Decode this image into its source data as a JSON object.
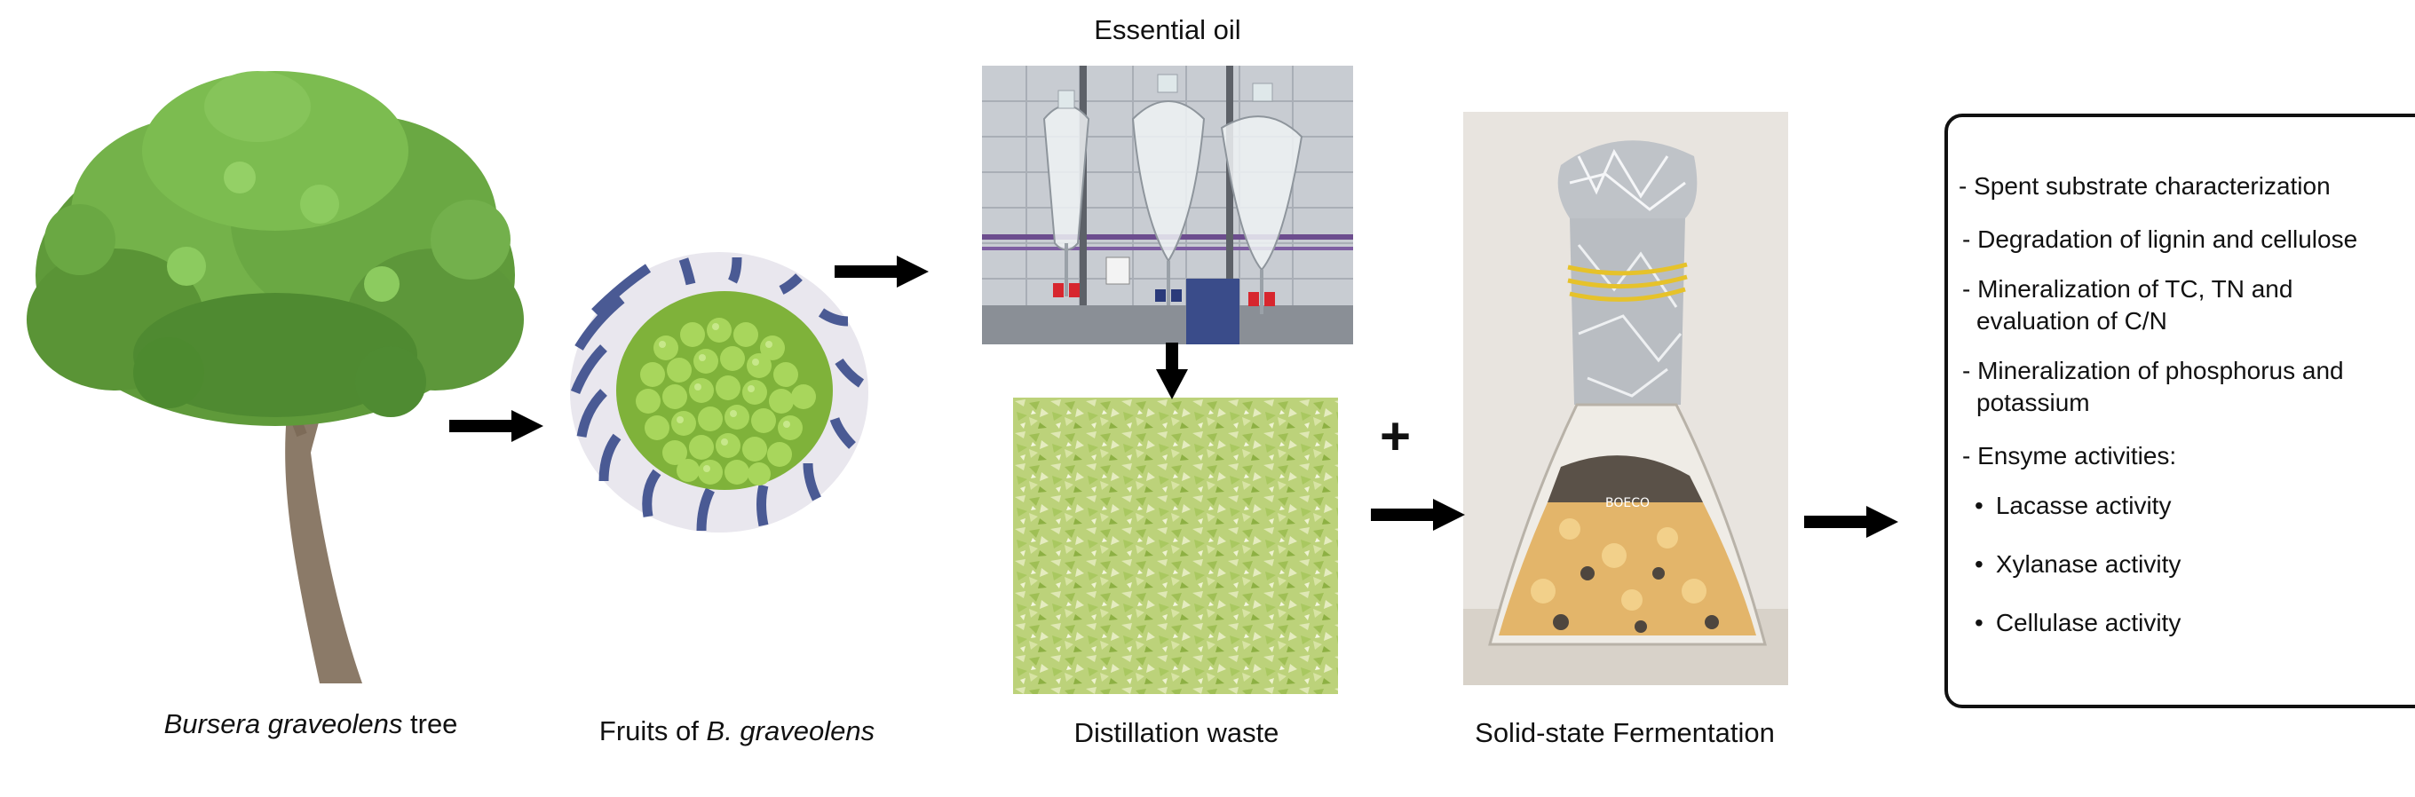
{
  "captions": {
    "tree_italic": "Bursera graveolens",
    "tree_plain": " tree",
    "fruits_plain": "Fruits of ",
    "fruits_italic": "B. graveolens",
    "essential_oil": "Essential oil",
    "distillation_waste": "Distillation waste",
    "ssf": "Solid-state Fermentation"
  },
  "plus_sign": "+",
  "results": {
    "items": [
      "- Spent substrate characterization",
      "- Degradation of lignin and cellulose",
      "- Mineralization of TC, TN and",
      "evaluation of C/N",
      "- Mineralization of phosphorus and",
      "potassium",
      "- Ensyme activities:",
      "Lacasse activity",
      "Xylanase activity",
      "Cellulase activity"
    ]
  },
  "flask_label": "BOECO"
}
